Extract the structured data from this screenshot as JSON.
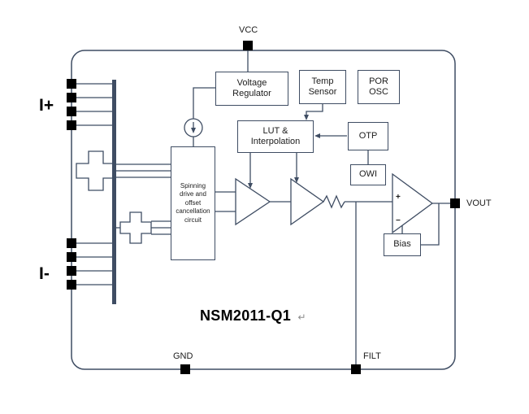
{
  "colors": {
    "line": "#3f4d63",
    "pad": "#000000",
    "text": "#1c1c1c",
    "muted": "#8a8a8a"
  },
  "title": {
    "part_number": "NSM2011-Q1",
    "return_mark": "↵"
  },
  "pins": {
    "vcc": "VCC",
    "gnd": "GND",
    "filt": "FILT",
    "vout": "VOUT",
    "i_plus": "I+",
    "i_minus": "I-"
  },
  "blocks": {
    "voltage_regulator": "Voltage Regulator",
    "temp_sensor": "Temp Sensor",
    "por_osc": "POR OSC",
    "lut_interpolation": "LUT & Interpolation",
    "otp": "OTP",
    "owi": "OWI",
    "spinning": "Spinning drive and offset cancellation circuit",
    "bias": "Bias"
  },
  "symbols": {
    "amp_plus": "+",
    "amp_minus": "−"
  }
}
